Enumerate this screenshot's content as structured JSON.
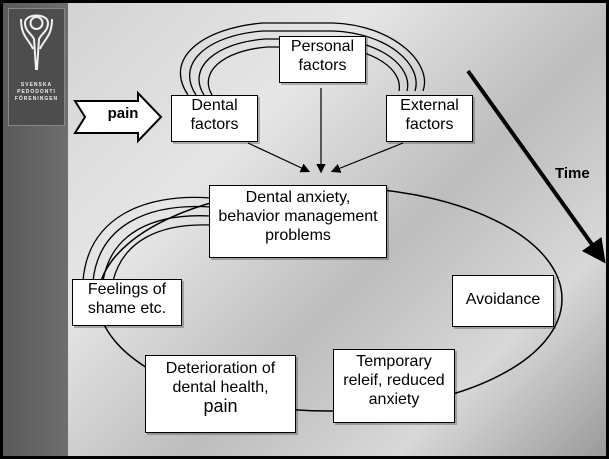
{
  "logo": {
    "text_lines": [
      "SVENSKA",
      "PEDODONTI",
      "FÖRENINGEN"
    ]
  },
  "input": {
    "label": "pain"
  },
  "time": {
    "label": "Time"
  },
  "nodes": {
    "personal": [
      "Personal",
      "factors"
    ],
    "dental": [
      "Dental",
      "factors"
    ],
    "external": [
      "External",
      "factors"
    ],
    "anxiety": [
      "Dental anxiety,",
      "behavior management",
      "problems"
    ],
    "shame": [
      "Feelings of",
      "shame etc."
    ],
    "avoidance": [
      "Avoidance"
    ],
    "deterioration": [
      "Deterioration of",
      "dental health,",
      "pain"
    ],
    "temporary": [
      "Temporary",
      "releif, reduced",
      "anxiety"
    ]
  }
}
